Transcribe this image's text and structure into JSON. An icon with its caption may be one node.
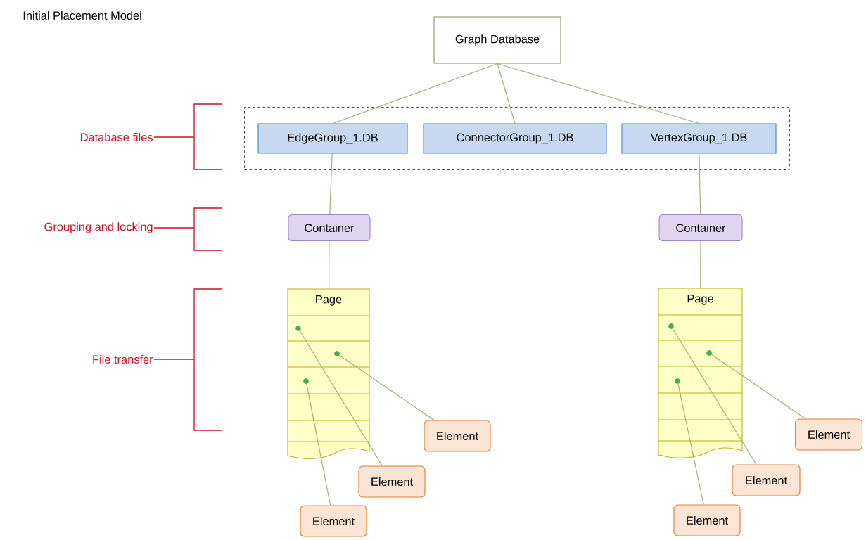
{
  "diagram": {
    "title": "Initial Placement  Model",
    "nodes": [
      {
        "text": [
          "Graph Database"
        ]
      },
      {
        "text": [],
        "shape": "box"
      },
      {
        "text": [
          "EdgeGroup_1.DB"
        ],
        "in": 1
      },
      {
        "text": [
          "ConnectorGroup_1.DB"
        ],
        "in": 1
      },
      {
        "text": [
          "VertexGroup_1.DB"
        ],
        "in": 1
      },
      {
        "text": [
          "Container"
        ]
      },
      {
        "text": [
          "Container"
        ]
      },
      {
        "text": [
          "Page"
        ]
      },
      {
        "text": [
          "Page"
        ]
      },
      {
        "text": [],
        "shape": "circle",
        "in": 7
      },
      {
        "text": [],
        "shape": "circle",
        "in": 7
      },
      {
        "text": [],
        "shape": "circle",
        "in": 7
      },
      {
        "text": [],
        "shape": "circle",
        "in": 8
      },
      {
        "text": [],
        "shape": "circle",
        "in": 8
      },
      {
        "text": [],
        "shape": "circle",
        "in": 8
      },
      {
        "text": [
          "Element"
        ]
      },
      {
        "text": [
          "Element"
        ]
      },
      {
        "text": [
          "Element"
        ]
      },
      {
        "text": [
          "Element"
        ]
      },
      {
        "text": [
          "Element"
        ]
      },
      {
        "text": [
          "Element"
        ]
      }
    ],
    "edges": [
      {
        "from": 0,
        "to": 2,
        "arrow": "none"
      },
      {
        "from": 0,
        "to": 3,
        "arrow": "none"
      },
      {
        "from": 0,
        "to": 4,
        "arrow": "none"
      },
      {
        "from": 2,
        "to": 5,
        "arrow": "none"
      },
      {
        "from": 4,
        "to": 6,
        "arrow": "none"
      },
      {
        "from": 5,
        "to": 7,
        "arrow": "none"
      },
      {
        "from": 6,
        "to": 8,
        "arrow": "none"
      },
      {
        "from": 9,
        "to": 16,
        "arrow": "none"
      },
      {
        "from": 10,
        "to": 15,
        "arrow": "none"
      },
      {
        "from": 11,
        "to": 17,
        "arrow": "none"
      },
      {
        "from": 12,
        "to": 19,
        "arrow": "none"
      },
      {
        "from": 13,
        "to": 18,
        "arrow": "none"
      },
      {
        "from": 14,
        "to": 20,
        "arrow": "none"
      }
    ],
    "labels": [
      "Database files",
      "Grouping and locking",
      "File transfer"
    ]
  }
}
